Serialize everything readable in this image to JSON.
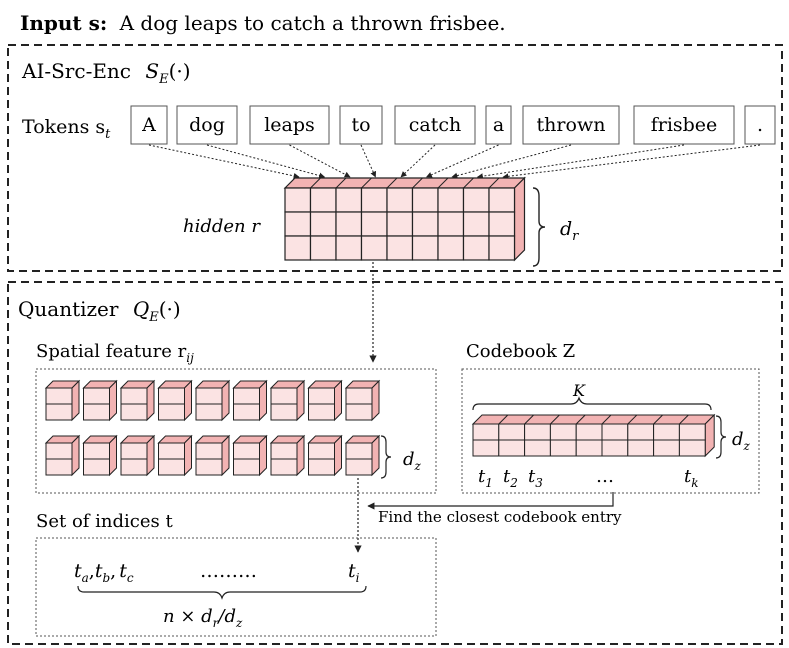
{
  "input": {
    "label": "Input s:",
    "text": "A dog leaps to catch a thrown frisbee."
  },
  "encoder": {
    "title": "AI-Src-Enc",
    "symbol_main": "S",
    "symbol_sub": "E",
    "symbol_arg": "(·)",
    "tokens_label": "Tokens s",
    "tokens_label_sub": "t",
    "tokens": [
      "A",
      "dog",
      "leaps",
      "to",
      "catch",
      "a",
      "thrown",
      "frisbee",
      "."
    ],
    "hidden_label": "hidden r",
    "dim_label_main": "d",
    "dim_label_sub": "r"
  },
  "quantizer": {
    "title": "Quantizer",
    "symbol_main": "Q",
    "symbol_sub": "E",
    "symbol_arg": "(·)",
    "spatial_label": "Spatial feature r",
    "spatial_label_sub": "ij",
    "dz_main": "d",
    "dz_sub": "z",
    "codebook_label": "Codebook Z",
    "codebook_k": "K",
    "codebook_dz_main": "d",
    "codebook_dz_sub": "z",
    "codebook_indices": [
      "t",
      "t",
      "t",
      "…",
      "t"
    ],
    "codebook_indices_sub": [
      "1",
      "2",
      "3",
      "",
      "k"
    ],
    "closest_label": "Find the closest codebook entry",
    "indices_label": "Set of indices t",
    "indices_seq": "t",
    "indices_seq_subs": [
      "a",
      "b",
      "c"
    ],
    "indices_dots": "………",
    "indices_last": "t",
    "indices_last_sub": "i",
    "indices_formula": "n × d",
    "indices_formula_sub1": "r",
    "indices_formula_mid": "/d",
    "indices_formula_sub2": "z"
  },
  "colors": {
    "cube_fill": "#fbe3e3",
    "cube_fill_dark": "#f2b3b3",
    "line": "#222222"
  }
}
